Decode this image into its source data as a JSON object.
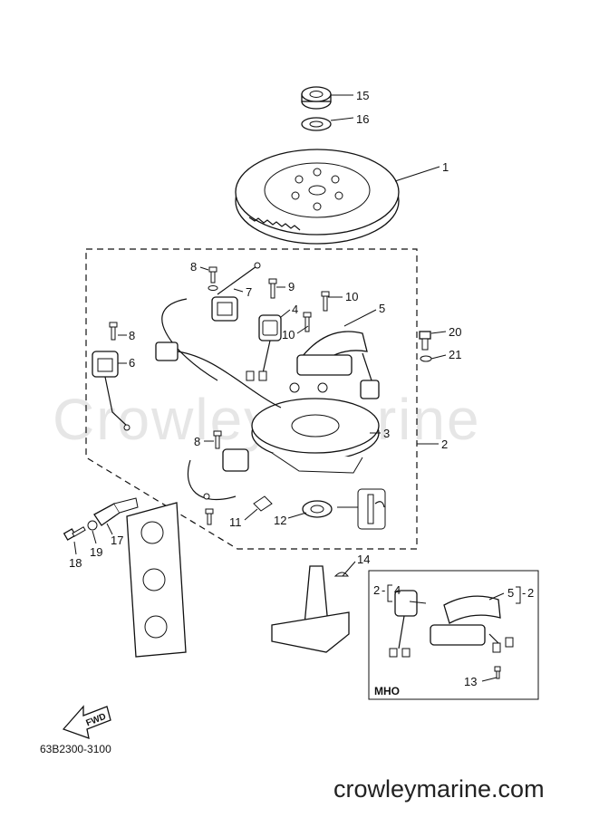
{
  "watermark_mid": "Crowley Marine",
  "watermark_footer": "crowleymarine.com",
  "reference_code": "63B2300-3100",
  "inset_tag": "MHO",
  "fwd_label": "FWD",
  "callouts": {
    "c1": "1",
    "c2": "2",
    "c3": "3",
    "c4": "4",
    "c5": "5",
    "c6": "6",
    "c7": "7",
    "c8a": "8",
    "c8b": "8",
    "c8c": "8",
    "c9": "9",
    "c10a": "10",
    "c10b": "10",
    "c11": "11",
    "c12": "12",
    "c13": "13",
    "c14": "14",
    "c15": "15",
    "c16": "16",
    "c17": "17",
    "c18": "18",
    "c19": "19",
    "c20": "20",
    "c21": "21",
    "inset_2a": "2",
    "inset_4": "4",
    "inset_5": "5",
    "inset_2b": "2"
  }
}
